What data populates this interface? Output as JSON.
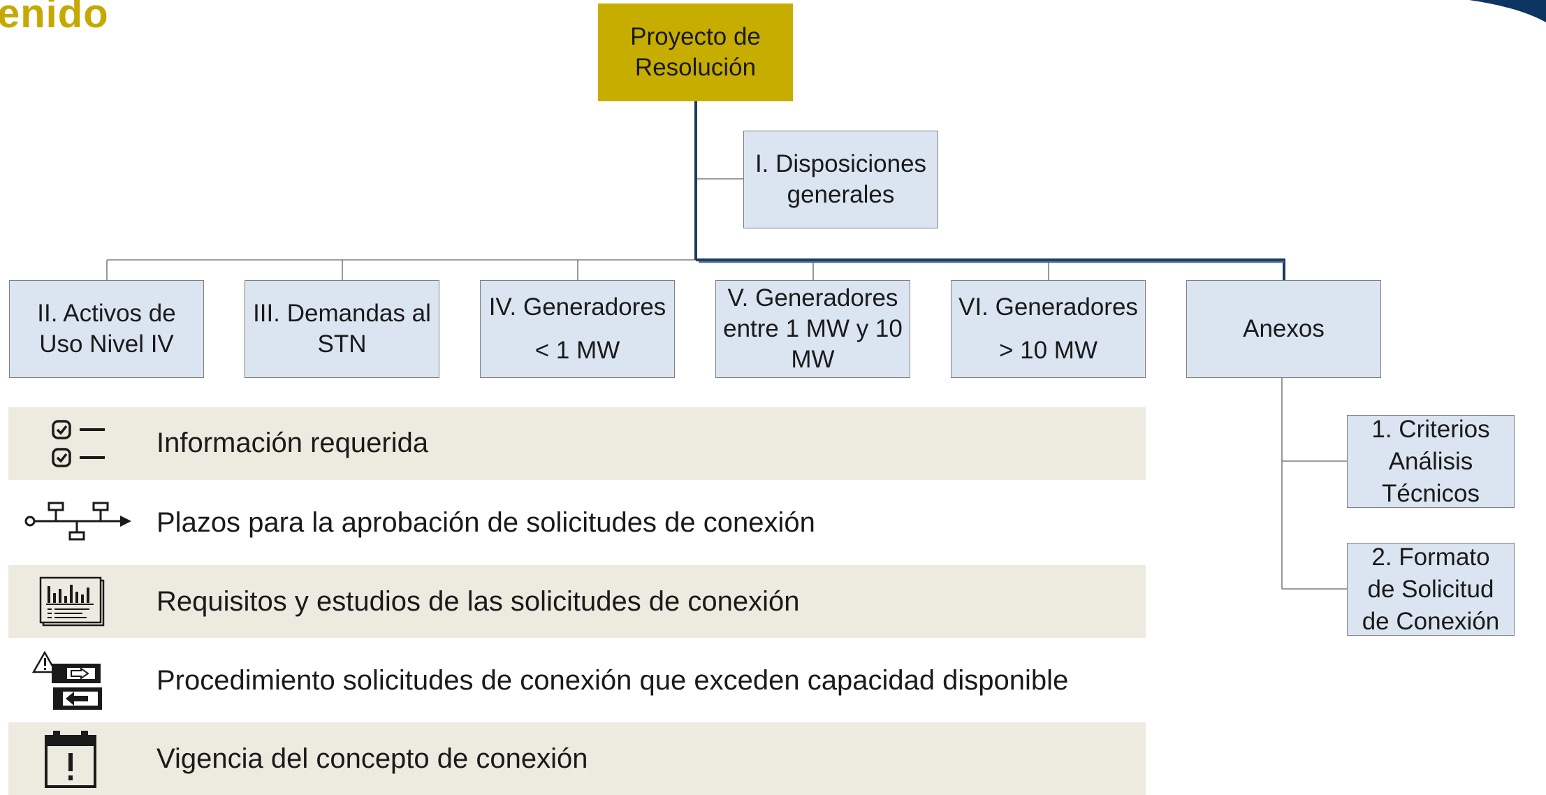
{
  "header": {
    "title_fragment": "enido"
  },
  "colors": {
    "accent": "#c6ad00",
    "box_fill": "#dbe5f1",
    "band_fill": "#edeae0",
    "connector_dark": "#1f3a5f",
    "corner": "#0d3561"
  },
  "diagram": {
    "root": "Proyecto de\nResolución",
    "general": "I. Disposiciones\ngenerales",
    "chapters": [
      "II. Activos de\nUso Nivel IV",
      "III. Demandas al\nSTN",
      "IV. Generadores\n< 1 MW",
      "V. Generadores\nentre 1 MW y 10\nMW",
      "VI. Generadores\n> 10 MW",
      "Anexos"
    ],
    "annexes": [
      "1. Criterios\nAnálisis\nTécnicos",
      "2. Formato\nde Solicitud\nde Conexión"
    ]
  },
  "topics": [
    {
      "icon": "checklist-icon",
      "label": "Información requerida"
    },
    {
      "icon": "timeline-icon",
      "label": "Plazos para la aprobación de solicitudes de conexión"
    },
    {
      "icon": "report-chart-icon",
      "label": "Requisitos y estudios de las solicitudes de conexión"
    },
    {
      "icon": "warning-transfer-icon",
      "label": "Procedimiento solicitudes de conexión que exceden capacidad disponible"
    },
    {
      "icon": "calendar-alert-icon",
      "label": "Vigencia del concepto de conexión"
    }
  ]
}
